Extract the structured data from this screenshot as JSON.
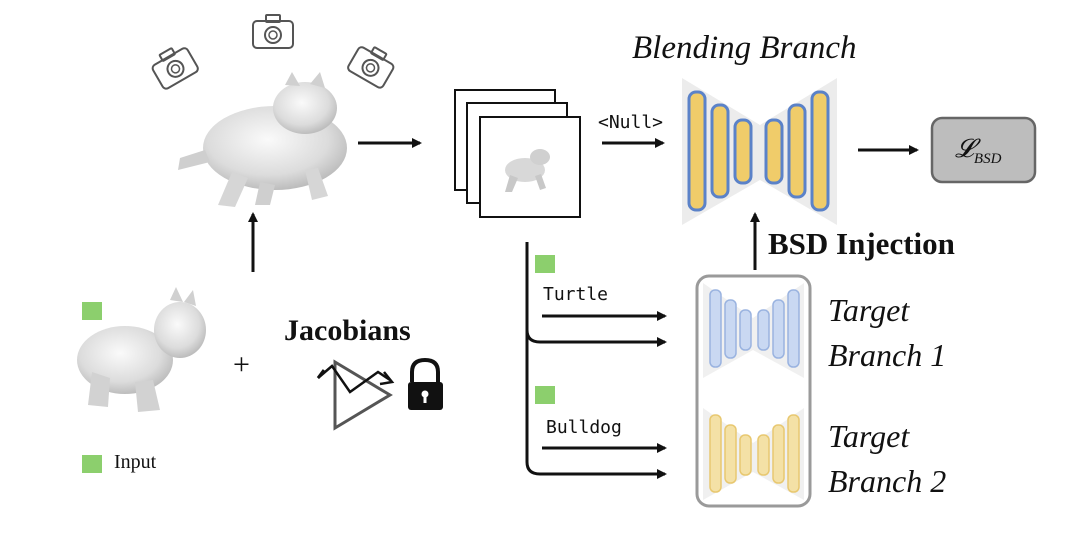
{
  "blending_branch": {
    "title": "Blending Branch",
    "null_token": "<Null>"
  },
  "loss": {
    "label": "𝓛",
    "subscript": "BSD"
  },
  "injection": {
    "label": "BSD Injection"
  },
  "input": {
    "jacobians": "Jacobians",
    "plus": "+",
    "legend_text": "Input"
  },
  "prompts": {
    "first": "Turtle",
    "second": "Bulldog"
  },
  "targets": {
    "branch1_line1": "Target",
    "branch1_line2": "Branch 1",
    "branch2_line1": "Target",
    "branch2_line2": "Branch 2"
  },
  "colors": {
    "green_marker": "#8ccf6d",
    "blue_unet": "#c9d8f2",
    "yellow_unet": "#f4e1a6",
    "blend_blue": "#5b82c8",
    "blend_yellow": "#f0cc6a",
    "loss_box": "#bdbdbd"
  }
}
